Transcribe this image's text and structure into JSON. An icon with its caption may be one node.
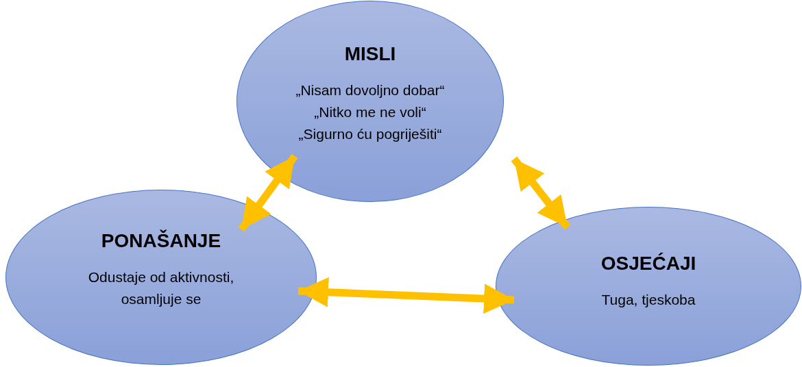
{
  "diagram": {
    "nodes": [
      {
        "text": [
          "MISLI",
          "„Nisam dovoljno dobar“",
          "„Nitko me ne voli“",
          "„Sigurno ću pogriješiti“"
        ]
      },
      {
        "text": [
          "PONAŠANJE",
          "Odustaje od aktivnosti, osamljuje se"
        ]
      },
      {
        "text": [
          "OSJEĆAJI",
          "Tuga, tjeskoba"
        ]
      }
    ],
    "edges": [
      {
        "from": 0,
        "to": 1,
        "arrow": "both"
      },
      {
        "from": 0,
        "to": 2,
        "arrow": "both"
      },
      {
        "from": 1,
        "to": 2,
        "arrow": "both"
      }
    ]
  }
}
